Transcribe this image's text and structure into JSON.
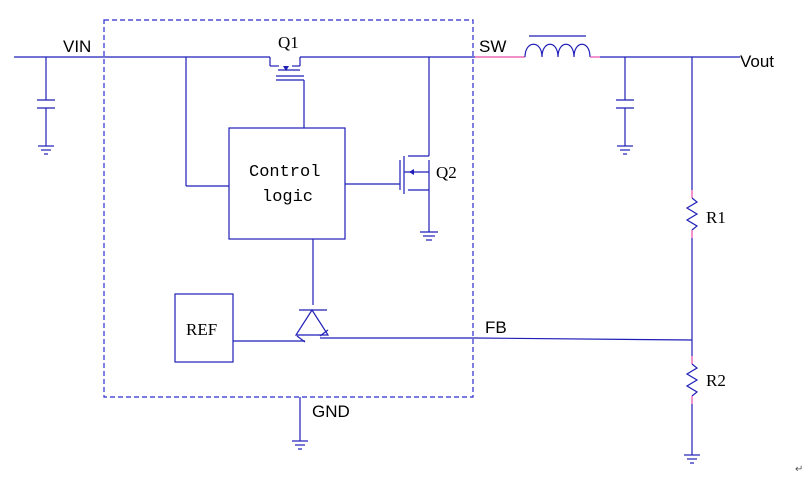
{
  "labels": {
    "vin": "VIN",
    "q1": "Q1",
    "sw": "SW",
    "vout": "Vout",
    "control_line1": "Control",
    "control_line2": "logic",
    "q2": "Q2",
    "r1": "R1",
    "ref": "REF",
    "fb": "FB",
    "r2": "R2",
    "gnd": "GND",
    "corner_mark": "↵"
  },
  "colors": {
    "wire": "#1f1fb8",
    "boundary": "#2a2ad0",
    "pin_highlight": "#e64aa8",
    "text": "#000000"
  }
}
